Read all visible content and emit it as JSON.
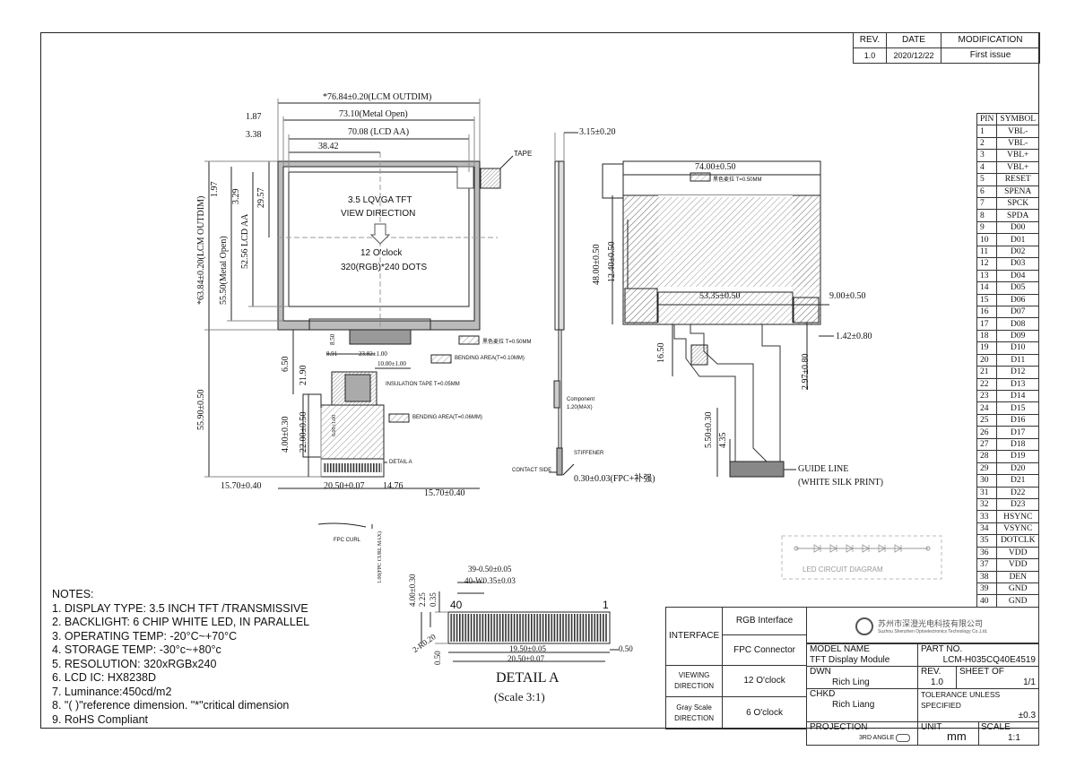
{
  "revision_table": {
    "headers": [
      "REV.",
      "DATE",
      "MODIFICATION"
    ],
    "rows": [
      [
        "1.0",
        "2020/12/22",
        "First issue"
      ]
    ]
  },
  "front_view": {
    "dims": {
      "lcm_outdim_w": "*76.84±0.20(LCM OUTDIM)",
      "metal_open_w": "73.10(Metal Open)",
      "lcd_aa_w": "70.08 (LCD AA)",
      "half_w": "38.42",
      "left_187": "1.87",
      "left_338": "3.38",
      "lcm_outdim_h": "*63.84±0.20(LCM OUTDIM)",
      "metal_open_h": "55.50(Metal Open)",
      "lcd_aa_h": "52.56 LCD AA",
      "top_197": "1.97",
      "top_329": "3.29",
      "half_h": "29.57",
      "fpc_len": "55.90±0.50",
      "d_650": "6.50",
      "d_2190": "21.90",
      "d_400": "4.00±0.30",
      "d_2200": "22.00±0.50",
      "d_600": "6.00±1.00",
      "d_850": "8.50",
      "d_891": "8.91",
      "d_2382": "23.82±1.00",
      "d_1000": "10.00±1.00",
      "bottom_left": "15.70±0.40",
      "bottom_mid": "20.50±0.07",
      "bottom_1476": "14.76",
      "bottom_right": "15.70±0.40"
    },
    "labels": {
      "tape": "TAPE",
      "title1": "3.5 LQVGA TFT",
      "title2": "VIEW DIRECTION",
      "clock": "12 O'clock",
      "dots": "320(RGB)*240 DOTS",
      "legend1": "黑色麦拉 T=0.50MM",
      "legend2": "BENDING AREA(T=0.10MM)",
      "insulation": "INSULATION TAPE T=0.05MM",
      "bending": "BENDING AREA(T=0.06MM)",
      "detail_a": "DETAIL A"
    }
  },
  "side_view": {
    "thickness": "3.15±0.20",
    "component": "Component",
    "component_max": "1.20(MAX)",
    "stiffener": "STIFFENER",
    "contact_side": "CONTACT SIDE",
    "stiffener_dim": "0.30±0.03(FPC+补强)",
    "fpc_curl": "FPC CURL",
    "fpc_curl_max": "1.00(FPC CURL MAX)"
  },
  "back_view": {
    "dims": {
      "width": "74.00±0.50",
      "h_48": "48.00±0.50",
      "h_1240": "12.40±0.50",
      "w_5335": "53.35±0.50",
      "w_900": "9.00±0.50",
      "d_142": "1.42±0.80",
      "d_297": "2.97±0.80",
      "d_1650": "16.50",
      "d_550": "5.50±0.30",
      "d_435": "4.35"
    },
    "legend": "黑色麦拉 T=0.50MM",
    "guide_line": "GUIDE LINE",
    "white_silk": "(WHITE SILK PRINT)"
  },
  "detail_a": {
    "pin_40": "40",
    "pin_1": "1",
    "d_39": "39-0.50±0.05",
    "d_40w": "40-W0.35±0.03",
    "d_400": "4.00±0.30",
    "d_225": "2.25",
    "d_035": "0.35",
    "d_r020": "2-R0.20",
    "d_050v": "0.50",
    "d_1950": "19.50±0.05",
    "d_2050": "20.50±0.07",
    "d_050h": "0.50",
    "title": "DETAIL A",
    "scale": "(Scale 3:1)"
  },
  "led": {
    "label": "LED CIRCUIT DIAGRAM"
  },
  "pins": {
    "headers": [
      "PIN",
      "SYMBOL"
    ],
    "rows": [
      [
        "1",
        "VBL-"
      ],
      [
        "2",
        "VBL-"
      ],
      [
        "3",
        "VBL+"
      ],
      [
        "4",
        "VBL+"
      ],
      [
        "5",
        "RESET"
      ],
      [
        "6",
        "SPENA"
      ],
      [
        "7",
        "SPCK"
      ],
      [
        "8",
        "SPDA"
      ],
      [
        "9",
        "D00"
      ],
      [
        "10",
        "D01"
      ],
      [
        "11",
        "D02"
      ],
      [
        "12",
        "D03"
      ],
      [
        "13",
        "D04"
      ],
      [
        "14",
        "D05"
      ],
      [
        "15",
        "D06"
      ],
      [
        "16",
        "D07"
      ],
      [
        "17",
        "D08"
      ],
      [
        "18",
        "D09"
      ],
      [
        "19",
        "D10"
      ],
      [
        "20",
        "D11"
      ],
      [
        "21",
        "D12"
      ],
      [
        "22",
        "D13"
      ],
      [
        "23",
        "D14"
      ],
      [
        "24",
        "D15"
      ],
      [
        "25",
        "D16"
      ],
      [
        "26",
        "D17"
      ],
      [
        "27",
        "D18"
      ],
      [
        "28",
        "D19"
      ],
      [
        "29",
        "D20"
      ],
      [
        "30",
        "D21"
      ],
      [
        "31",
        "D22"
      ],
      [
        "32",
        "D23"
      ],
      [
        "33",
        "HSYNC"
      ],
      [
        "34",
        "VSYNC"
      ],
      [
        "35",
        "DOTCLK"
      ],
      [
        "36",
        "VDD"
      ],
      [
        "37",
        "VDD"
      ],
      [
        "38",
        "DEN"
      ],
      [
        "39",
        "GND"
      ],
      [
        "40",
        "GND"
      ]
    ]
  },
  "notes": {
    "title": "NOTES:",
    "items": [
      "1. DISPLAY TYPE: 3.5  INCH TFT /TRANSMISSIVE",
      "2. BACKLIGHT: 6 CHIP WHITE LED, IN PARALLEL",
      "3. OPERATING TEMP: -20°C~+70°C",
      "4. STORAGE TEMP: -30°c~+80°c",
      "5. RESOLUTION: 320xRGBx240",
      "6. LCD IC: HX8238D",
      "7.  Luminance:450cd/m2",
      "8. \"( )\"reference dimension. \"*\"critical dimension",
      "9. RoHS Compliant"
    ]
  },
  "title_block": {
    "interface_label": "INTERFACE",
    "rgb_interface": "RGB Interface",
    "fpc_connector": "FPC Connector",
    "viewing_label": "VIEWING DIRECTION",
    "viewing_value": "12 O'clock",
    "grayscale_label": "Gray Scale DIRECTION",
    "grayscale_value": "6 O'clock",
    "company_cn": "苏州市深澄光电科技有限公司",
    "company_en": "Suzhou Shenzhen Optoelectronics Technology Co.,Ltd.",
    "model_name_label": "MODEL NAME",
    "model_name": "TFT Display Module",
    "part_no_label": "PART NO.",
    "part_no": "LCM-H035CQ40E4519",
    "dwn_label": "DWN",
    "dwn": "Rich Ling",
    "rev_label": "REV.",
    "rev": "1.0",
    "sheet_label": "SHEET OF",
    "sheet": "1/1",
    "chkd_label": "CHKD",
    "chkd": "Rich Liang",
    "tolerance_label": "TOLERANCE UNLESS SPECIFIED",
    "tolerance": "±0.3",
    "projection_label": "PROJECTION",
    "projection": "3RD ANGLE",
    "unit_label": "UNIT",
    "unit": "mm",
    "scale_label": "SCALE",
    "scale": "1:1"
  }
}
